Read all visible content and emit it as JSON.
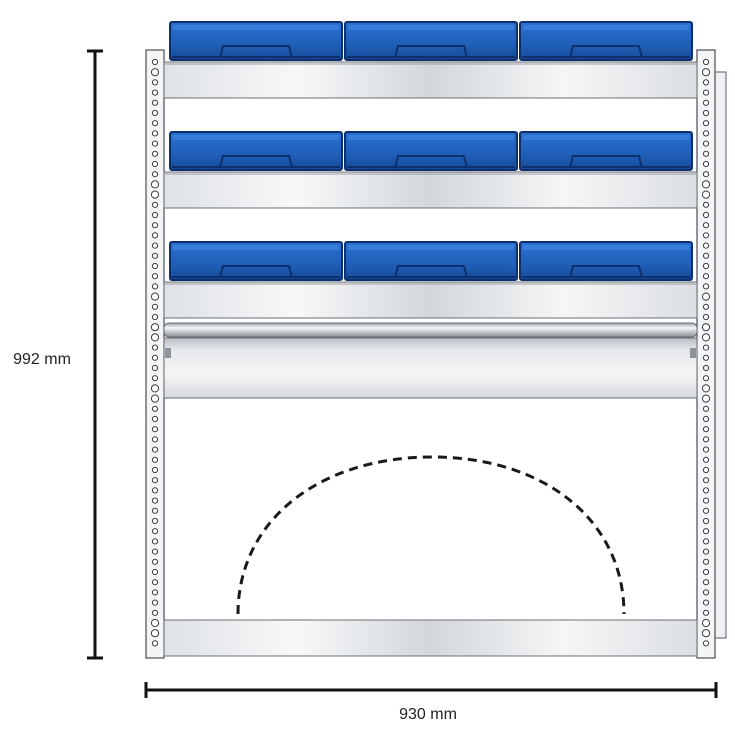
{
  "dimensions": {
    "height_label": "992 mm",
    "width_label": "930 mm"
  },
  "colors": {
    "bin_blue": "#1f5fb8",
    "bin_dark": "#0d2f6e",
    "metal_light": "#f2f4f6",
    "metal_mid": "#c9cdd2",
    "outline": "#4a4e54",
    "dim_line": "#111111"
  },
  "shelf_rows": 3,
  "bins_per_row": 3
}
